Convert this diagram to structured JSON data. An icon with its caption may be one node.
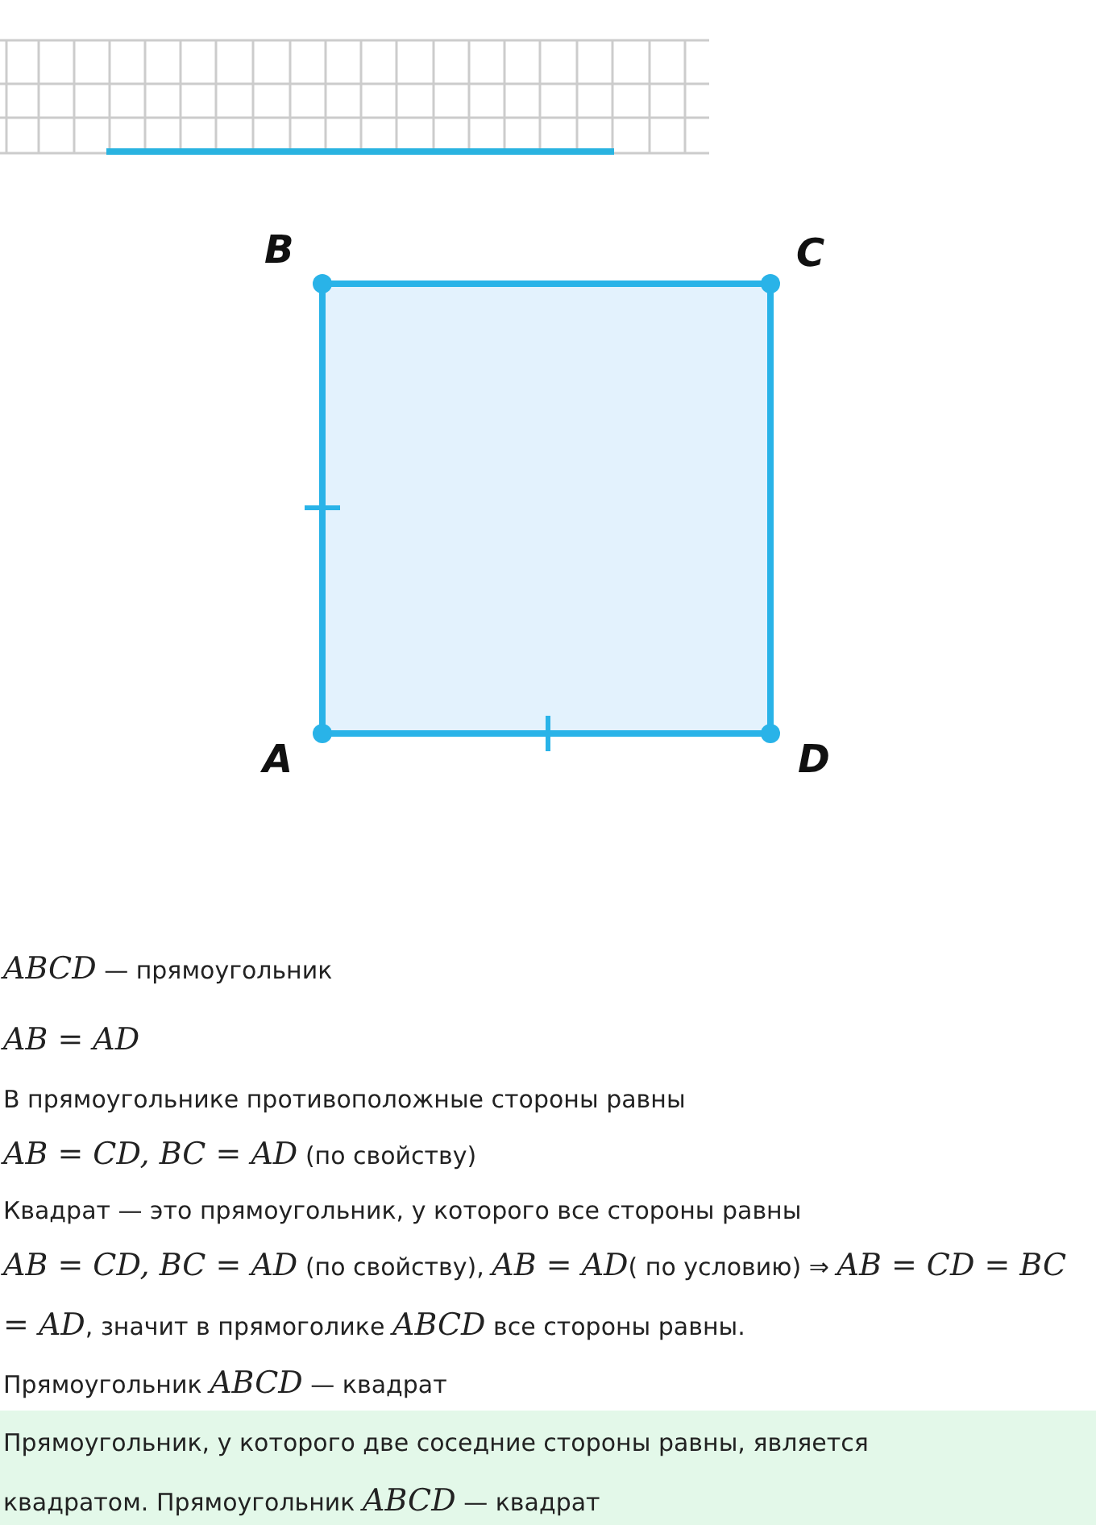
{
  "diagram": {
    "labels": [
      "B",
      "C",
      "A",
      "D",
      "*ABCD* — прямоугольник",
      "*AB = AD*",
      "В прямоугольнике противоположные стороны равны",
      "*AB = CD, BC = AD* (по свойству)",
      "Квадрат — это прямоугольник, у которого все стороны равны",
      "*AB = CD, BC = AD* (по свойству), *AB = AD*( по условию) ⇒ *AB = CD = BC = AD*, значит в прямоголике *ABCD* все стороны равны.",
      "Прямоугольник *ABCD* — квадрат",
      "Прямоугольник, у которого две соседние стороны равны, является квадратом. Прямоугольник *ABCD* — квадрат"
    ]
  }
}
